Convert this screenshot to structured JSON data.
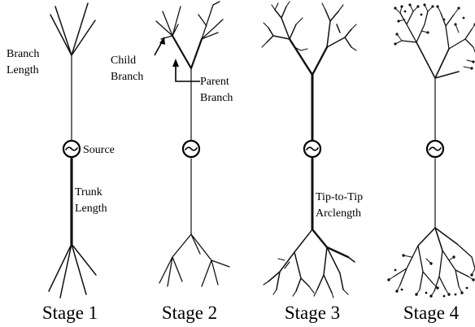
{
  "diagram": {
    "stages": [
      {
        "label": "Stage 1"
      },
      {
        "label": "Stage 2"
      },
      {
        "label": "Stage 3"
      },
      {
        "label": "Stage 4"
      }
    ],
    "annotations": {
      "branch_length": [
        "Branch",
        "Length"
      ],
      "source": "Source",
      "trunk_length": [
        "Trunk",
        "Length"
      ],
      "child_branch": [
        "Child",
        "Branch"
      ],
      "parent_branch": [
        "Parent",
        "Branch"
      ],
      "tip_to_tip_arclength": [
        "Tip-to-Tip",
        "Arclength"
      ]
    },
    "colors": {
      "ink": "#111111",
      "background": "#ffffff"
    }
  }
}
